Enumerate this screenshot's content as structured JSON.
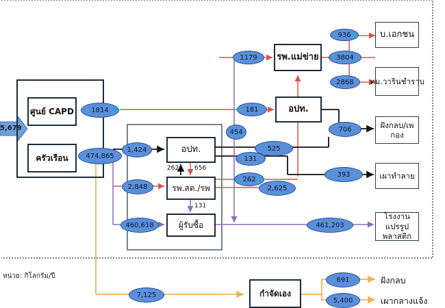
{
  "entry_value": "5,679",
  "unit_note": "หน่วย: กิโลกรัม/ปี",
  "nodes": {
    "capd_center": "ศูนย์ CAPD",
    "household": "ครัวเรือน",
    "opt_left": "อปท.",
    "rpst_hospital": "รพ.สต./รพ",
    "buyer": "ผู้รับซื้อ",
    "parent_hospital": "รพ.แม่ข่าย",
    "opt_right": "อปท.",
    "private_company": "บ.เอกชน",
    "tm_warin": "ทม.วารินชำราบ",
    "landfill_ubon": "ฝังกลบ/เพกอง",
    "incineration": "เผาทำลาย",
    "recycling_plant": "โรงงานแปรรูปพลาสติก",
    "self_disposal": "กำจัดเอง",
    "bury": "ฝังกลบ",
    "open_burn": "เผากลางแจ้ง"
  },
  "flows": {
    "capd_to_opt": "1814",
    "to_opt_right": "181",
    "to_parent": "1179",
    "to_private": "936",
    "parent_total": "3804",
    "to_warin": "2868",
    "opt_right_to_landfill": "706",
    "household_total": "474,865",
    "hh_to_opt": "1,424",
    "hh_to_rpst": "2,848",
    "hh_to_buyer": "460,618",
    "opt_to_rpst": "262",
    "rpst_to_opt": "656",
    "up_454": "454",
    "opt_to_landfill": "525",
    "opt_to_burn": "131",
    "rpst_to_parent": "262",
    "rpst_to_landfill": "2,625",
    "to_incineration": "393",
    "rpst_to_buyer": "131",
    "buyer_to_recycle": "461,203",
    "hh_self": "7,125",
    "self_bury": "691",
    "self_burn": "5,400"
  },
  "colors": {
    "black_flow": "#111111",
    "red_flow": "#d9534f",
    "purple_flow": "#8a6bb8",
    "orange_flow": "#f5b15a",
    "bubble": "#5b8fd9",
    "entry_arrow": "#6fa0dc"
  }
}
